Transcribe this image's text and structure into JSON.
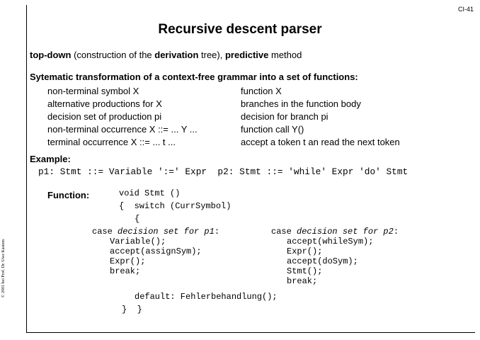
{
  "slide_id": "CI-41",
  "title": "Recursive descent parser",
  "intro": {
    "p1": "top-down",
    "p2": " (construction of the ",
    "p3": "derivation",
    "p4": " tree), ",
    "p5": "predictive",
    "p6": " method"
  },
  "heading": "Sytematic transformation of a context-free grammar into a set of functions:",
  "mapping": [
    {
      "left": "non-terminal symbol X",
      "right": "function X"
    },
    {
      "left": "alternative productions for X",
      "right": "branches in the function body"
    },
    {
      "left": "decision set of production pi",
      "right": "decision for branch pi"
    },
    {
      "left": "non-terminal occurrence X ::= ... Y ...",
      "right": "function call Y()"
    },
    {
      "left": "terminal occurrence X ::= ... t ...",
      "right": "accept a token t an read the next token"
    }
  ],
  "example_label": "Example:",
  "example_code": "p1: Stmt ::= Variable ':=' Expr  p2: Stmt ::= 'while' Expr 'do' Stmt",
  "function_label": "Function:",
  "code": {
    "signature": "void Stmt ()",
    "switch_line": "{  switch (CurrSymbol)",
    "open_brace": "{",
    "case1_prefix": "case ",
    "case1_em": "decision set for p1",
    "case1_suffix": ":",
    "case1_body": [
      "Variable();",
      "accept(assignSym);",
      "Expr();",
      "break;"
    ],
    "case2_prefix": "case ",
    "case2_em": "decision set for p2",
    "case2_suffix": ":",
    "case2_body": [
      "accept(whileSym);",
      "Expr();",
      "accept(doSym);",
      "Stmt();",
      "break;"
    ],
    "default_line": "default: Fehlerbehandlung();",
    "close_braces": "}  }"
  },
  "copyright": "© 2001 bei Prof. Dr. Uwe Kastens"
}
